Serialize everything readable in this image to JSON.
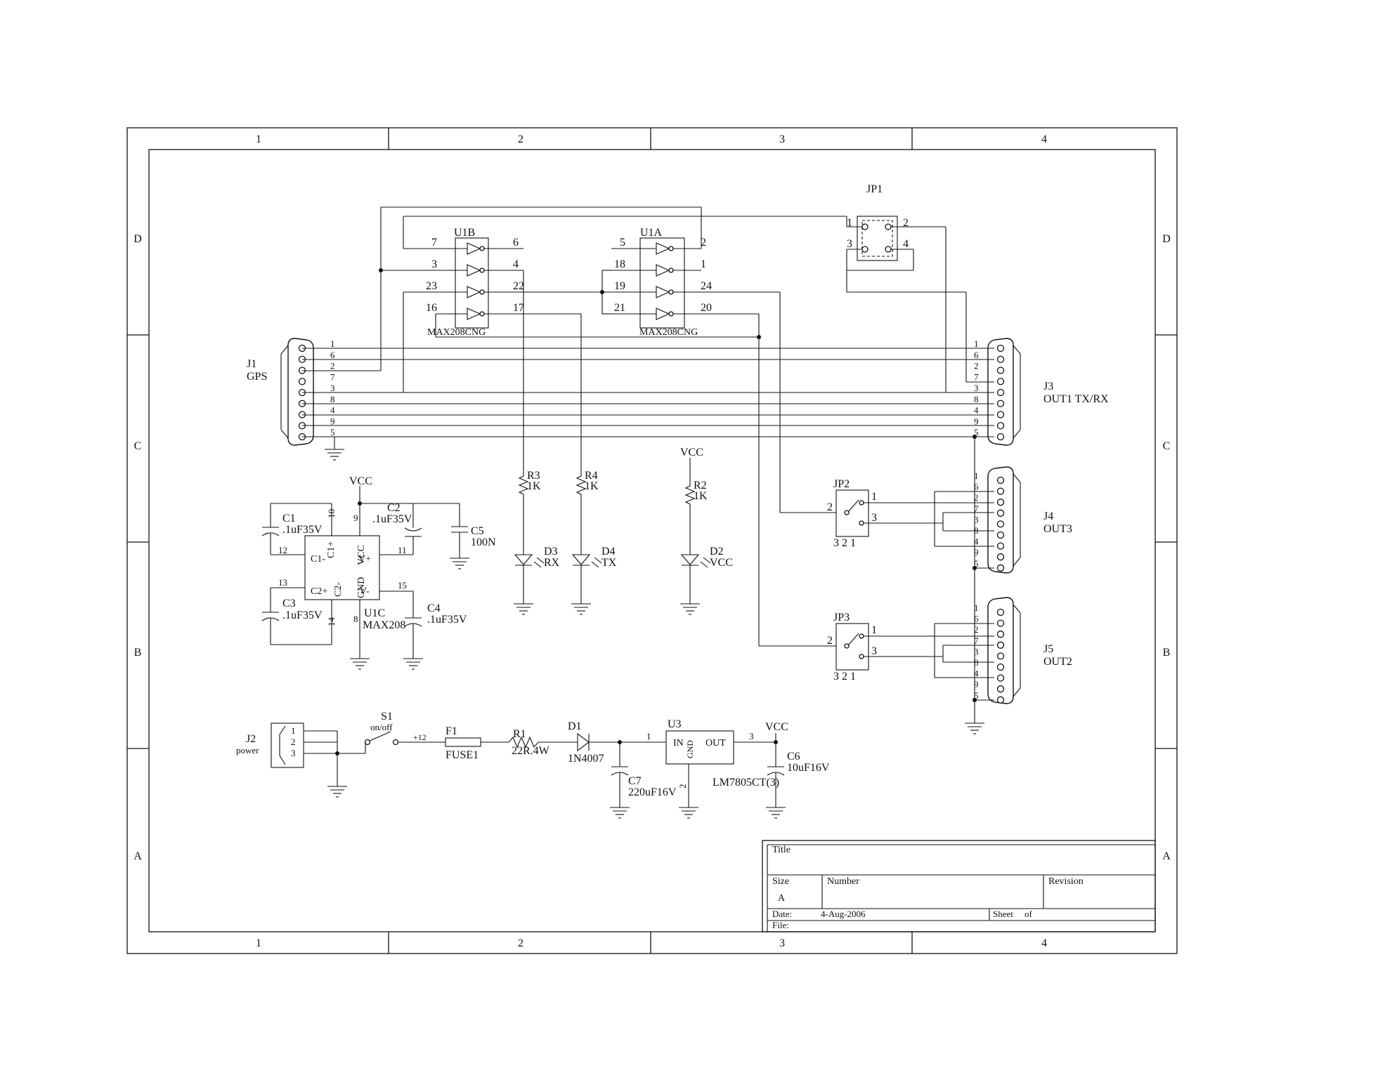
{
  "border": {
    "columns": [
      "1",
      "2",
      "3",
      "4"
    ],
    "rows": [
      "D",
      "C",
      "B",
      "A"
    ]
  },
  "title_block": {
    "title_label": "Title",
    "size_label": "Size",
    "size_value": "A",
    "number_label": "Number",
    "revision_label": "Revision",
    "date_label": "Date:",
    "date_value": "4-Aug-2006",
    "sheet_label": "Sheet",
    "of_label": "of",
    "file_label": "File:"
  },
  "u1b": {
    "ref": "U1B",
    "part": "MAX208CNG",
    "pins": [
      "7",
      "6",
      "3",
      "4",
      "23",
      "22",
      "16",
      "17"
    ]
  },
  "u1a": {
    "ref": "U1A",
    "part": "MAX208CNG",
    "pins": [
      "5",
      "2",
      "18",
      "1",
      "19",
      "24",
      "21",
      "20"
    ]
  },
  "jp1": {
    "ref": "JP1",
    "pins": [
      "1",
      "2",
      "3",
      "4"
    ]
  },
  "j1": {
    "ref": "J1",
    "name": "GPS",
    "pins": [
      "1",
      "6",
      "2",
      "7",
      "3",
      "8",
      "4",
      "9",
      "5"
    ]
  },
  "j3": {
    "ref": "J3",
    "name": "OUT1 TX/RX",
    "pins": [
      "1",
      "6",
      "2",
      "7",
      "3",
      "8",
      "4",
      "9",
      "5"
    ]
  },
  "j4": {
    "ref": "J4",
    "name": "OUT3",
    "pins": [
      "1",
      "6",
      "2",
      "7",
      "3",
      "8",
      "4",
      "9",
      "5"
    ]
  },
  "j5": {
    "ref": "J5",
    "name": "OUT2",
    "pins": [
      "1",
      "6",
      "2",
      "7",
      "3",
      "8",
      "4",
      "9",
      "5"
    ]
  },
  "jp2": {
    "ref": "JP2",
    "pins": [
      "2",
      "1",
      "3"
    ],
    "footer": "3 2 1"
  },
  "jp3": {
    "ref": "JP3",
    "pins": [
      "2",
      "1",
      "3"
    ],
    "footer": "3 2 1"
  },
  "u1c": {
    "ref": "U1C",
    "part": "MAX208",
    "pin_names": [
      "C1+",
      "VCC",
      "V+",
      "C1-",
      "C2+",
      "C2-",
      "GND",
      "V-"
    ],
    "pins": [
      "10",
      "9",
      "11",
      "12",
      "13",
      "14",
      "8",
      "15"
    ]
  },
  "caps": {
    "c1": {
      "ref": "C1",
      "value": ".1uF35V"
    },
    "c2": {
      "ref": "C2",
      "value": ".1uF35V"
    },
    "c3": {
      "ref": "C3",
      "value": ".1uF35V"
    },
    "c4": {
      "ref": "C4",
      "value": ".1uF35V"
    },
    "c5": {
      "ref": "C5",
      "value": "100N"
    },
    "c6": {
      "ref": "C6",
      "value": "10uF16V"
    },
    "c7": {
      "ref": "C7",
      "value": "220uF16V"
    }
  },
  "resistors": {
    "r1": {
      "ref": "R1",
      "value": "22R.4W"
    },
    "r2": {
      "ref": "R2",
      "value": "1K"
    },
    "r3": {
      "ref": "R3",
      "value": "1K"
    },
    "r4": {
      "ref": "R4",
      "value": "1K"
    }
  },
  "leds": {
    "d2": {
      "ref": "D2",
      "label": "VCC"
    },
    "d3": {
      "ref": "D3",
      "label": "RX"
    },
    "d4": {
      "ref": "D4",
      "label": "TX"
    }
  },
  "power": {
    "vcc": "VCC",
    "j2_ref": "J2",
    "j2_name": "power",
    "j2_pins": [
      "1",
      "2",
      "3"
    ],
    "s1_ref": "S1",
    "s1_name": "on/off",
    "plus12": "+12",
    "f1_ref": "F1",
    "f1_value": "FUSE1",
    "d1_ref": "D1",
    "d1_value": "1N4007",
    "u3_ref": "U3",
    "u3_part": "LM7805CT(3)",
    "u3_in": "IN",
    "u3_out": "OUT",
    "u3_gnd": "GND",
    "u3_pin_in": "1",
    "u3_pin_out": "3",
    "u3_pin_gnd": "2"
  }
}
